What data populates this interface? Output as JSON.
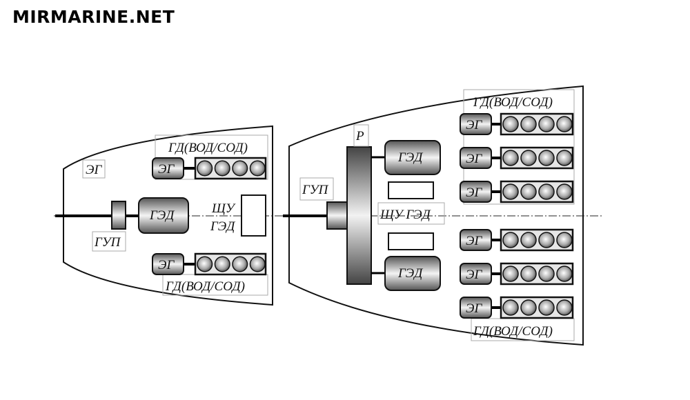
{
  "logo": "MIRMARINE.NET",
  "left": {
    "eg_label": "ЭГ",
    "gup": "ГУП",
    "ged": "ГЭД",
    "shchu": "ЩУ",
    "shchu_ged": "ГЭД",
    "gd_top": "ГД(ВОД/СОД)",
    "gd_bottom": "ГД(ВОД/СОД)",
    "eg": "ЭГ"
  },
  "right": {
    "gup": "ГУП",
    "reducer": "Р",
    "ged": "ГЭД",
    "shchu_ged": "ЩУ ГЭД",
    "gd_top": "ГД(ВОД/СОД)",
    "gd_bottom": "ГД(ВОД/СОД)",
    "eg": "ЭГ"
  }
}
